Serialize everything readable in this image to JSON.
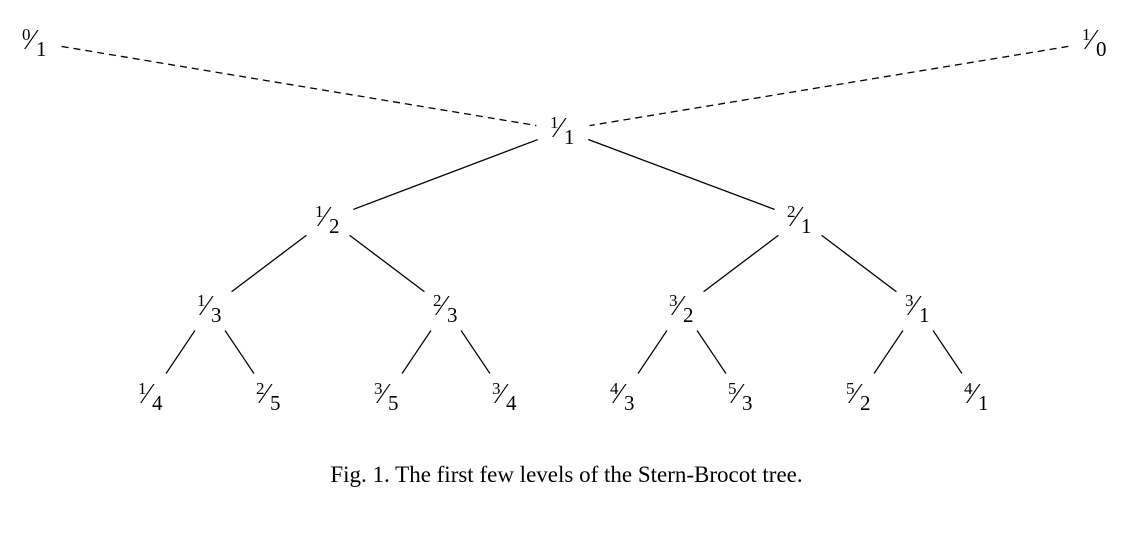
{
  "nodes": [
    {
      "id": "n0_1",
      "num": "0",
      "den": "1"
    },
    {
      "id": "n1_0",
      "num": "1",
      "den": "0"
    },
    {
      "id": "n1_1",
      "num": "1",
      "den": "1"
    },
    {
      "id": "n1_2",
      "num": "1",
      "den": "2"
    },
    {
      "id": "n2_1",
      "num": "2",
      "den": "1"
    },
    {
      "id": "n1_3",
      "num": "1",
      "den": "3"
    },
    {
      "id": "n2_3",
      "num": "2",
      "den": "3"
    },
    {
      "id": "n3_2",
      "num": "3",
      "den": "2"
    },
    {
      "id": "n3_1",
      "num": "3",
      "den": "1"
    },
    {
      "id": "n1_4",
      "num": "1",
      "den": "4"
    },
    {
      "id": "n2_5",
      "num": "2",
      "den": "5"
    },
    {
      "id": "n3_5",
      "num": "3",
      "den": "5"
    },
    {
      "id": "n3_4",
      "num": "3",
      "den": "4"
    },
    {
      "id": "n4_3",
      "num": "4",
      "den": "3"
    },
    {
      "id": "n5_3",
      "num": "5",
      "den": "3"
    },
    {
      "id": "n5_2",
      "num": "5",
      "den": "2"
    },
    {
      "id": "n4_1",
      "num": "4",
      "den": "1"
    }
  ],
  "edges": [
    {
      "from": "n0_1",
      "to": "n1_1",
      "style": "dashed"
    },
    {
      "from": "n1_0",
      "to": "n1_1",
      "style": "dashed"
    },
    {
      "from": "n1_1",
      "to": "n1_2",
      "style": "solid"
    },
    {
      "from": "n1_1",
      "to": "n2_1",
      "style": "solid"
    },
    {
      "from": "n1_2",
      "to": "n1_3",
      "style": "solid"
    },
    {
      "from": "n1_2",
      "to": "n2_3",
      "style": "solid"
    },
    {
      "from": "n2_1",
      "to": "n3_2",
      "style": "solid"
    },
    {
      "from": "n2_1",
      "to": "n3_1",
      "style": "solid"
    },
    {
      "from": "n1_3",
      "to": "n1_4",
      "style": "solid"
    },
    {
      "from": "n1_3",
      "to": "n2_5",
      "style": "solid"
    },
    {
      "from": "n2_3",
      "to": "n3_5",
      "style": "solid"
    },
    {
      "from": "n2_3",
      "to": "n3_4",
      "style": "solid"
    },
    {
      "from": "n3_2",
      "to": "n4_3",
      "style": "solid"
    },
    {
      "from": "n3_2",
      "to": "n5_3",
      "style": "solid"
    },
    {
      "from": "n3_1",
      "to": "n5_2",
      "style": "solid"
    },
    {
      "from": "n3_1",
      "to": "n4_1",
      "style": "solid"
    }
  ],
  "caption": "Fig. 1.  The first few levels of the Stern-Brocot tree."
}
